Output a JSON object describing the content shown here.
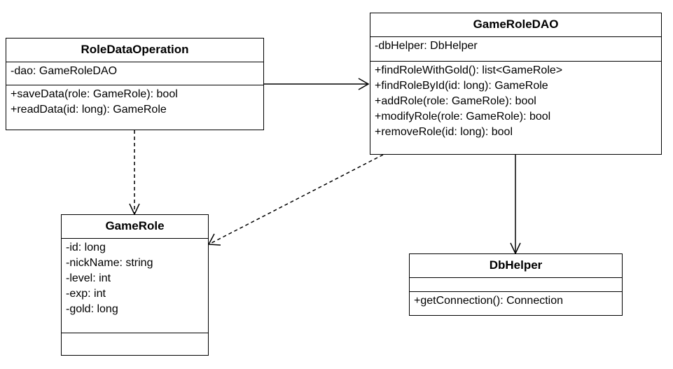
{
  "classes": {
    "role_data_operation": {
      "name": "RoleDataOperation",
      "attributes": [
        "-dao: GameRoleDAO"
      ],
      "operations": [
        "+saveData(role: GameRole): bool",
        "+readData(id: long): GameRole"
      ]
    },
    "game_role_dao": {
      "name": "GameRoleDAO",
      "attributes": [
        "-dbHelper: DbHelper"
      ],
      "operations": [
        "+findRoleWithGold(): list<GameRole>",
        "+findRoleById(id: long): GameRole",
        "+addRole(role: GameRole): bool",
        "+modifyRole(role: GameRole): bool",
        "+removeRole(id: long): bool"
      ]
    },
    "game_role": {
      "name": "GameRole",
      "attributes": [
        "-id: long",
        "-nickName: string",
        "-level: int",
        "-exp: int",
        "-gold: long"
      ],
      "operations": []
    },
    "db_helper": {
      "name": "DbHelper",
      "attributes": [],
      "operations": [
        "+getConnection(): Connection"
      ]
    }
  },
  "relations": [
    {
      "from": "RoleDataOperation",
      "to": "GameRoleDAO",
      "kind": "association"
    },
    {
      "from": "RoleDataOperation",
      "to": "GameRole",
      "kind": "dependency"
    },
    {
      "from": "GameRoleDAO",
      "to": "GameRole",
      "kind": "dependency"
    },
    {
      "from": "GameRoleDAO",
      "to": "DbHelper",
      "kind": "association"
    }
  ]
}
